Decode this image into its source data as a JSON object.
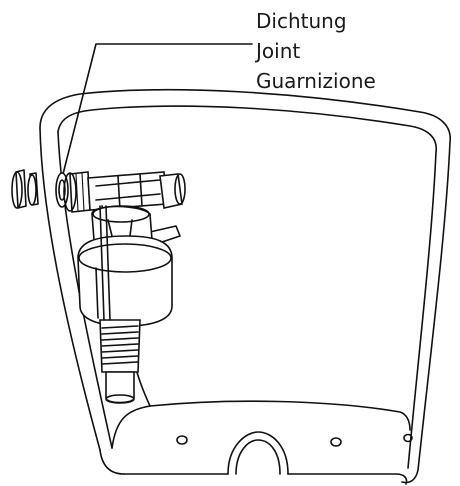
{
  "labels": {
    "line1": "Dichtung",
    "line2": "Joint",
    "line3": "Guarnizione"
  },
  "colors": {
    "ink": "#111111",
    "background": "#ffffff"
  }
}
